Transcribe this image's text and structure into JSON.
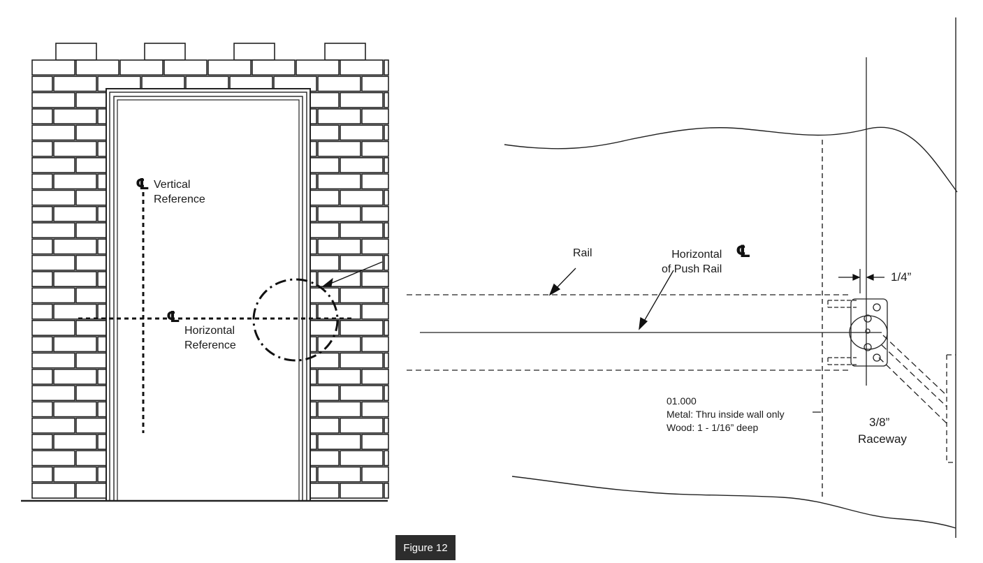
{
  "figure": {
    "label": "Figure 12"
  },
  "door_diagram": {
    "centerline_symbol": "℄",
    "vertical_reference": "Vertical\nReference",
    "horizontal_reference": "Horizontal\nReference"
  },
  "detail_diagram": {
    "rail_label": "Rail",
    "push_rail_label": "Horizontal\nof Push Rail",
    "centerline_symbol": "℄",
    "offset_dimension": "1/4”",
    "note_code": "01.000",
    "note_metal": "Metal: Thru inside wall only",
    "note_wood": "Wood: 1 - 1/16” deep",
    "raceway_size": "3/8”",
    "raceway_label": "Raceway"
  }
}
